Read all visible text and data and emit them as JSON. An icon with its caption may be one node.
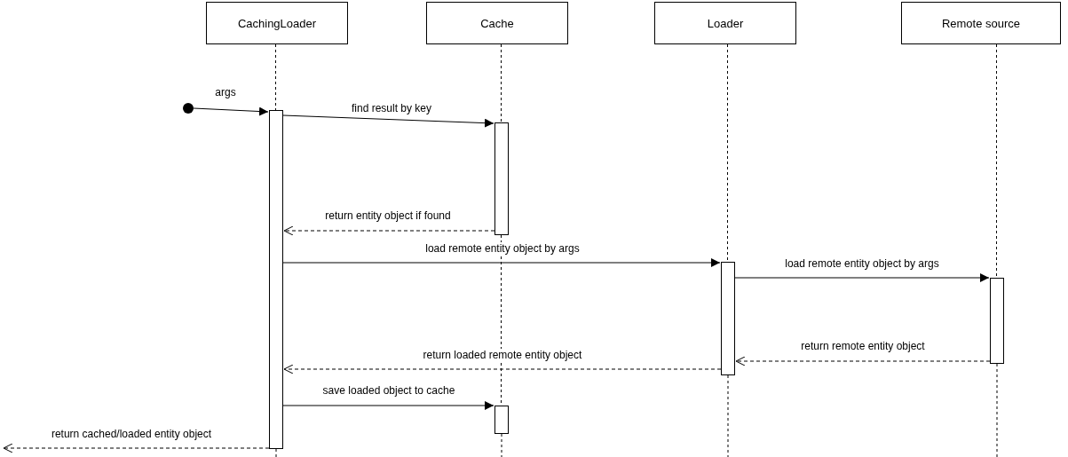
{
  "diagram": {
    "nodes": [
      {
        "text": [
          "CachingLoader"
        ]
      },
      {
        "text": [
          "Cache"
        ]
      },
      {
        "text": [
          "Loader"
        ]
      },
      {
        "text": [
          "Remote source"
        ]
      },
      {
        "text": [],
        "shape": "circle"
      },
      {
        "text": [],
        "shape": "bar"
      },
      {
        "text": [],
        "shape": "bar"
      },
      {
        "text": [],
        "shape": "bar"
      },
      {
        "text": [],
        "shape": "bar"
      },
      {
        "text": [],
        "shape": "bar"
      }
    ],
    "edges": [
      {
        "from": 4,
        "to": 5,
        "arrow": "to",
        "label": "args"
      },
      {
        "from": 5,
        "to": 6,
        "arrow": "to",
        "label": "find result by key"
      },
      {
        "from": 6,
        "to": 5,
        "arrow": "to",
        "label": "return entity object if found",
        "style": "dashed"
      },
      {
        "from": 5,
        "to": 7,
        "arrow": "to",
        "label": "load remote entity object by args"
      },
      {
        "from": 7,
        "to": 8,
        "arrow": "to",
        "label": "load remote entity object by args"
      },
      {
        "from": 8,
        "to": 7,
        "arrow": "to",
        "label": "return remote entity object",
        "style": "dashed"
      },
      {
        "from": 7,
        "to": 5,
        "arrow": "to",
        "label": "return loaded remote entity object",
        "style": "dashed"
      },
      {
        "from": 5,
        "to": 9,
        "arrow": "to",
        "label": "save loaded object to cache"
      },
      {
        "from": 5,
        "to": null,
        "arrow": "to",
        "label": "return cached/loaded entity object",
        "style": "dashed"
      },
      {
        "from": 0,
        "to": 5,
        "arrow": "none",
        "style": "dashed"
      },
      {
        "from": 1,
        "to": 6,
        "arrow": "none",
        "style": "dashed"
      },
      {
        "from": 6,
        "to": 9,
        "arrow": "none",
        "style": "dashed"
      },
      {
        "from": 2,
        "to": 7,
        "arrow": "none",
        "style": "dashed"
      },
      {
        "from": 3,
        "to": 8,
        "arrow": "none",
        "style": "dashed"
      }
    ]
  }
}
